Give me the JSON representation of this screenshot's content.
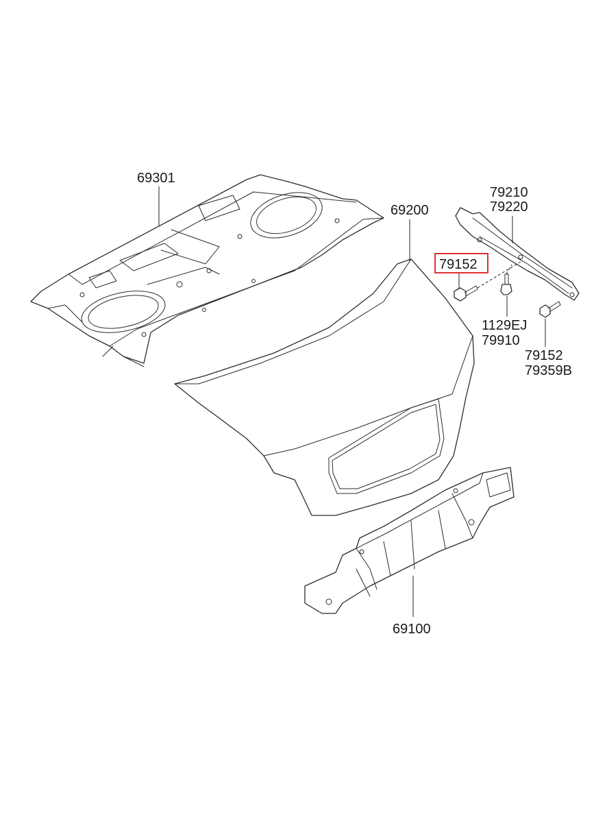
{
  "colors": {
    "highlight": "#e03030",
    "line": "#2b2b2b",
    "background": "#ffffff"
  },
  "parts": {
    "rear_package_tray": "69301",
    "trunk_lid": "69200",
    "back_panel": "69100",
    "hinge_line1": "79210",
    "hinge_line2": "79220",
    "bolt_highlighted": "79152",
    "stud_line1": "1129EJ",
    "stud_line2": "79910",
    "bolt_line1": "79152",
    "bolt_line2": "79359B"
  }
}
